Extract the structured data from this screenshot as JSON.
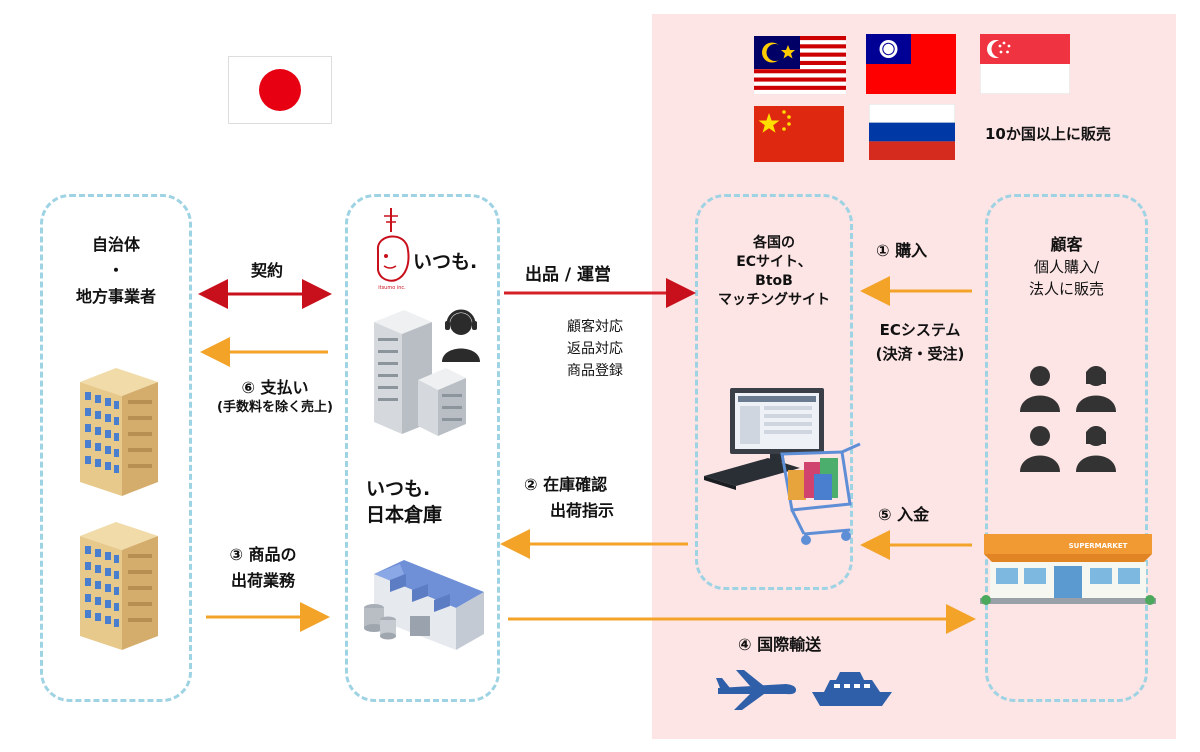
{
  "japan_flag": "japan-flag",
  "overseas": {
    "countries_note": "10か国以上に販売",
    "flags": [
      "malaysia",
      "taiwan",
      "singapore",
      "china",
      "russia"
    ]
  },
  "municipality": {
    "line1": "自治体",
    "line2": "・",
    "line3": "地方事業者"
  },
  "contract": {
    "label": "契約"
  },
  "payment": {
    "line1": "⑥ 支払い",
    "line2": "(手数料を除く売上)"
  },
  "shipping_work": {
    "line1": "③ 商品の",
    "line2": "出荷業務"
  },
  "itsumo": {
    "brand": "いつも.",
    "logo_sub": "itsumo inc."
  },
  "warehouse": {
    "line1": "いつも.",
    "line2": "日本倉庫"
  },
  "listing": {
    "title": "出品 / 運営",
    "tasks": [
      "顧客対応",
      "返品対応",
      "商品登録"
    ]
  },
  "stock_check": {
    "line1": "② 在庫確認",
    "line2": "出荷指示"
  },
  "ec_sites": {
    "line1": "各国の",
    "line2": "ECサイト、",
    "line3": "BtoB",
    "line4": "マッチングサイト"
  },
  "purchase": {
    "label": "① 購入"
  },
  "ec_system": {
    "line1": "ECシステム",
    "line2": "(決済・受注)"
  },
  "deposit": {
    "label": "⑤ 入金"
  },
  "customer": {
    "line1": "顧客",
    "line2": "個人購入/",
    "line3": "法人に販売"
  },
  "supermarket_sign": "SUPERMARKET",
  "intl_shipping": {
    "label": "④ 国際輸送"
  },
  "colors": {
    "contract_arrow": "#c8101c",
    "listing_arrow": "#d52028",
    "flow_arrow": "#f4a329",
    "overseas_bg": "#fde4e5",
    "box_border": "#9ed3e4"
  }
}
